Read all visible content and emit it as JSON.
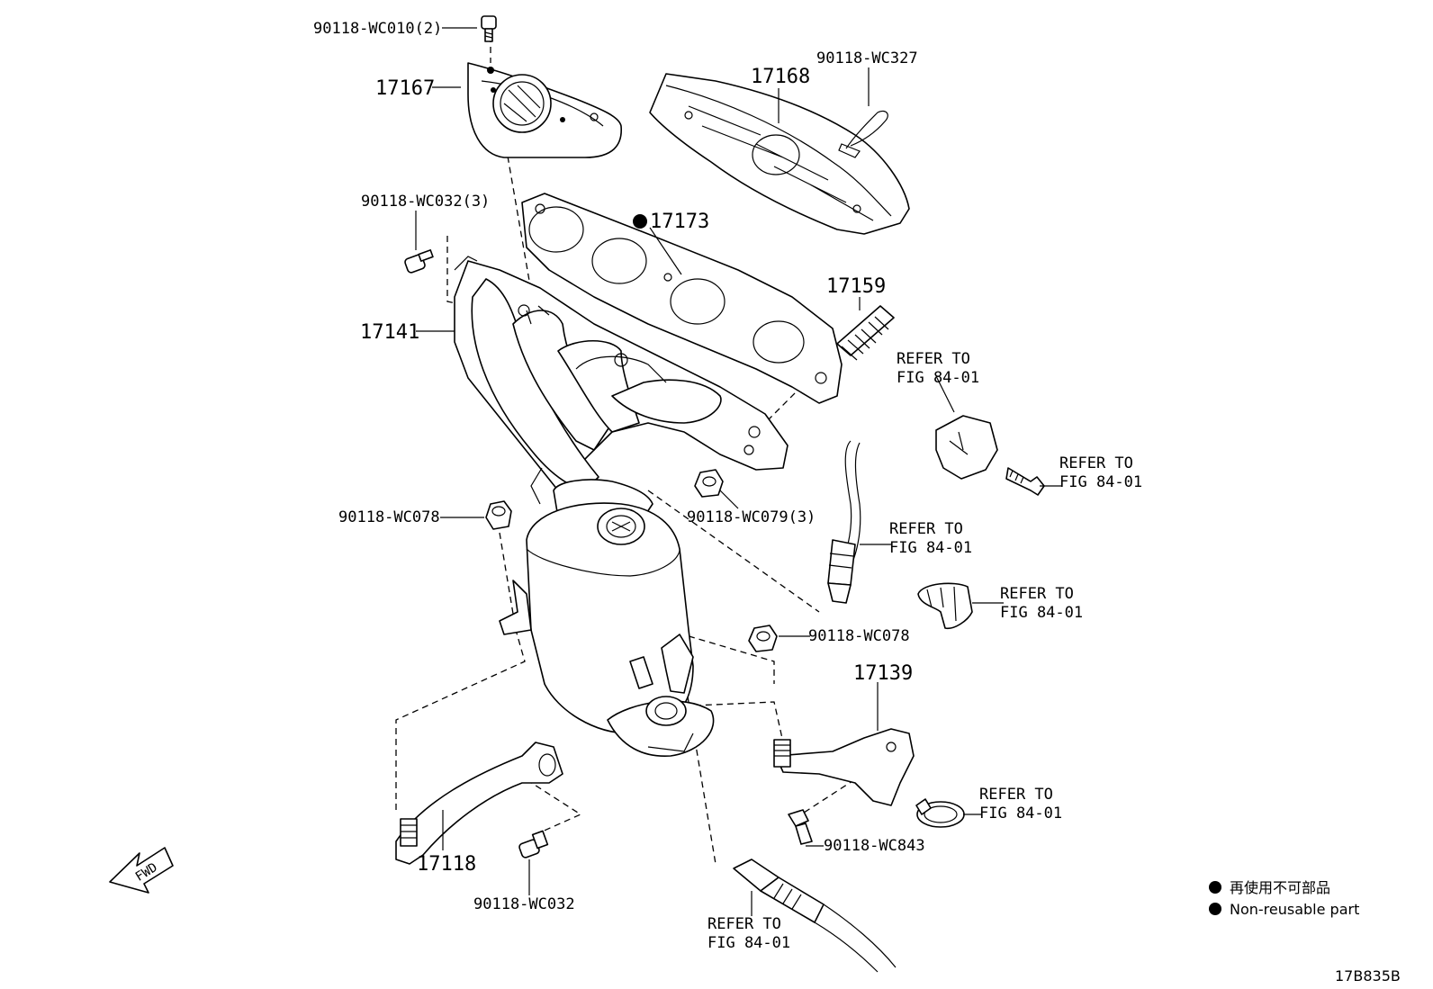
{
  "labels": {
    "bolt_top": "90118-WC010(2)",
    "p17167": "17167",
    "p17168": "17168",
    "clip_327": "90118-WC327",
    "bolt_032_3": "90118-WC032(3)",
    "p17173": "17173",
    "p17159": "17159",
    "p17141": "17141",
    "nut_078_left": "90118-WC078",
    "nut_079_3": "90118-WC079(3)",
    "nut_078_right": "90118-WC078",
    "p17139": "17139",
    "bolt_843": "90118-WC843",
    "p17118": "17118",
    "bolt_032": "90118-WC032",
    "diagram_id": "17B835B"
  },
  "refers": [
    {
      "line1": "REFER TO",
      "line2": "FIG 84-01"
    },
    {
      "line1": "REFER TO",
      "line2": "FIG 84-01"
    },
    {
      "line1": "REFER TO",
      "line2": "FIG 84-01"
    },
    {
      "line1": "REFER TO",
      "line2": "FIG 84-01"
    },
    {
      "line1": "REFER TO",
      "line2": "FIG 84-01"
    },
    {
      "line1": "REFER TO",
      "line2": "FIG 84-01"
    }
  ],
  "legend": {
    "jp": "再使用不可部品",
    "en": "Non-reusable part"
  },
  "fwd": "FWD",
  "colors": {
    "ink": "#000000",
    "paper": "#ffffff"
  }
}
